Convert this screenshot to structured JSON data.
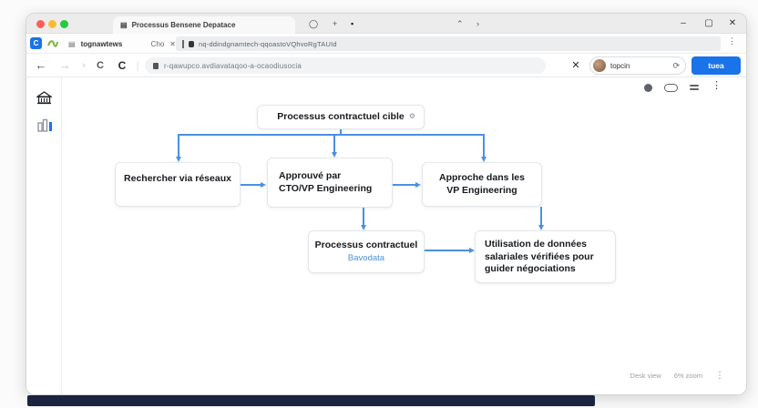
{
  "window_title": "Processus Bensene Depatace",
  "titlebar": {
    "controls": {
      "minimize": "–",
      "maximize": "▢",
      "close": "✕"
    },
    "icons": {
      "ring": "◯",
      "plus": "+",
      "square": "▪",
      "up": "⌃",
      "chev": "›"
    }
  },
  "tab_row": {
    "tab_label": "tognawtews",
    "tab_hint": "Cho",
    "close_glyph": "✕",
    "app_initial": "C",
    "doc_glyph": "▤",
    "pinned_text": "nq-ddindgnamtech-qqoastoVQhvoRgTAUId",
    "menu_glyph": "⋮"
  },
  "toolbar": {
    "back_glyph": "←",
    "forward_glyph": "→",
    "chevron_glyph": "›",
    "reload_glyph": "C",
    "reload2_glyph": "C",
    "divider_glyph": "|",
    "url": "r-qawupco.avdiavataqoo-a-ocaodiusocia",
    "close_glyph": "✕",
    "profile_name": "topcin",
    "refresh_glyph": "⟳",
    "button_label": "tuea"
  },
  "canvas_header": {
    "menu_glyph": "⋮"
  },
  "diagram": {
    "root_label": "Processus contractuel cible",
    "root_icon_glyph": "⚙",
    "left_label": "Rechercher via réseaux",
    "middle_line1": "Approuvé par",
    "middle_line2": "CTO/VP Engineering",
    "right_line1": "Approche dans les",
    "right_line2": "VP Engineering",
    "bottom_middle_title": "Processus contractuel",
    "bottom_middle_link": "Bavodata",
    "bottom_right_label": "Utilisation de données salariales vérifiées pour guider négociations"
  },
  "statusbar": {
    "item1": "Desk view",
    "item2": "6% zoom",
    "menu_glyph": "⋮"
  },
  "colors": {
    "arrow": "#4a90e2",
    "button": "#1a73e8",
    "strip": "#1a2440"
  }
}
